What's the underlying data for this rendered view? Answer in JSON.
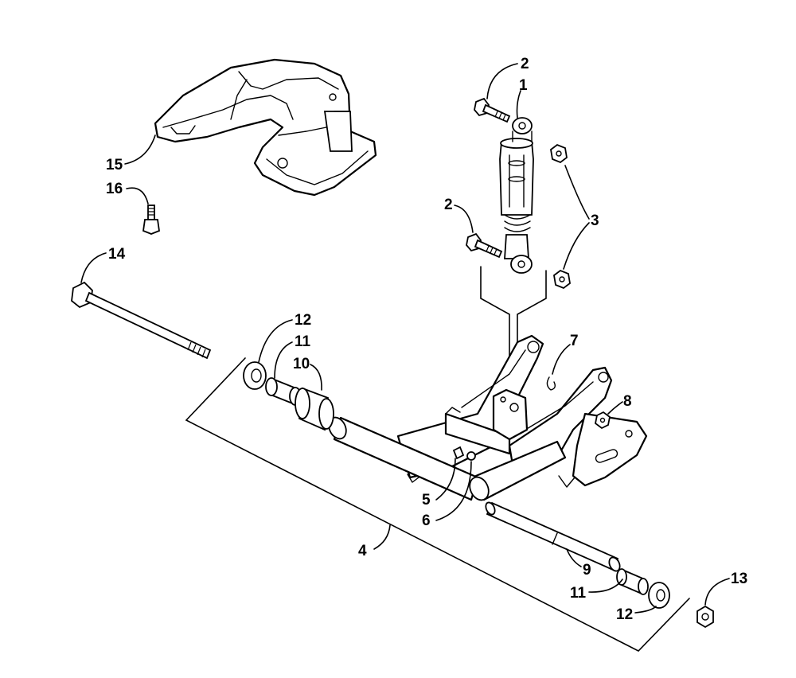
{
  "diagram": {
    "callouts": [
      {
        "id": "c1",
        "label": "1"
      },
      {
        "id": "c2a",
        "label": "2"
      },
      {
        "id": "c2b",
        "label": "2"
      },
      {
        "id": "c3",
        "label": "3"
      },
      {
        "id": "c4",
        "label": "4"
      },
      {
        "id": "c5",
        "label": "5"
      },
      {
        "id": "c6",
        "label": "6"
      },
      {
        "id": "c7",
        "label": "7"
      },
      {
        "id": "c8",
        "label": "8"
      },
      {
        "id": "c9",
        "label": "9"
      },
      {
        "id": "c10",
        "label": "10"
      },
      {
        "id": "c11a",
        "label": "11"
      },
      {
        "id": "c11b",
        "label": "11"
      },
      {
        "id": "c12a",
        "label": "12"
      },
      {
        "id": "c12b",
        "label": "12"
      },
      {
        "id": "c13",
        "label": "13"
      },
      {
        "id": "c14",
        "label": "14"
      },
      {
        "id": "c15",
        "label": "15"
      },
      {
        "id": "c16",
        "label": "16"
      }
    ]
  }
}
